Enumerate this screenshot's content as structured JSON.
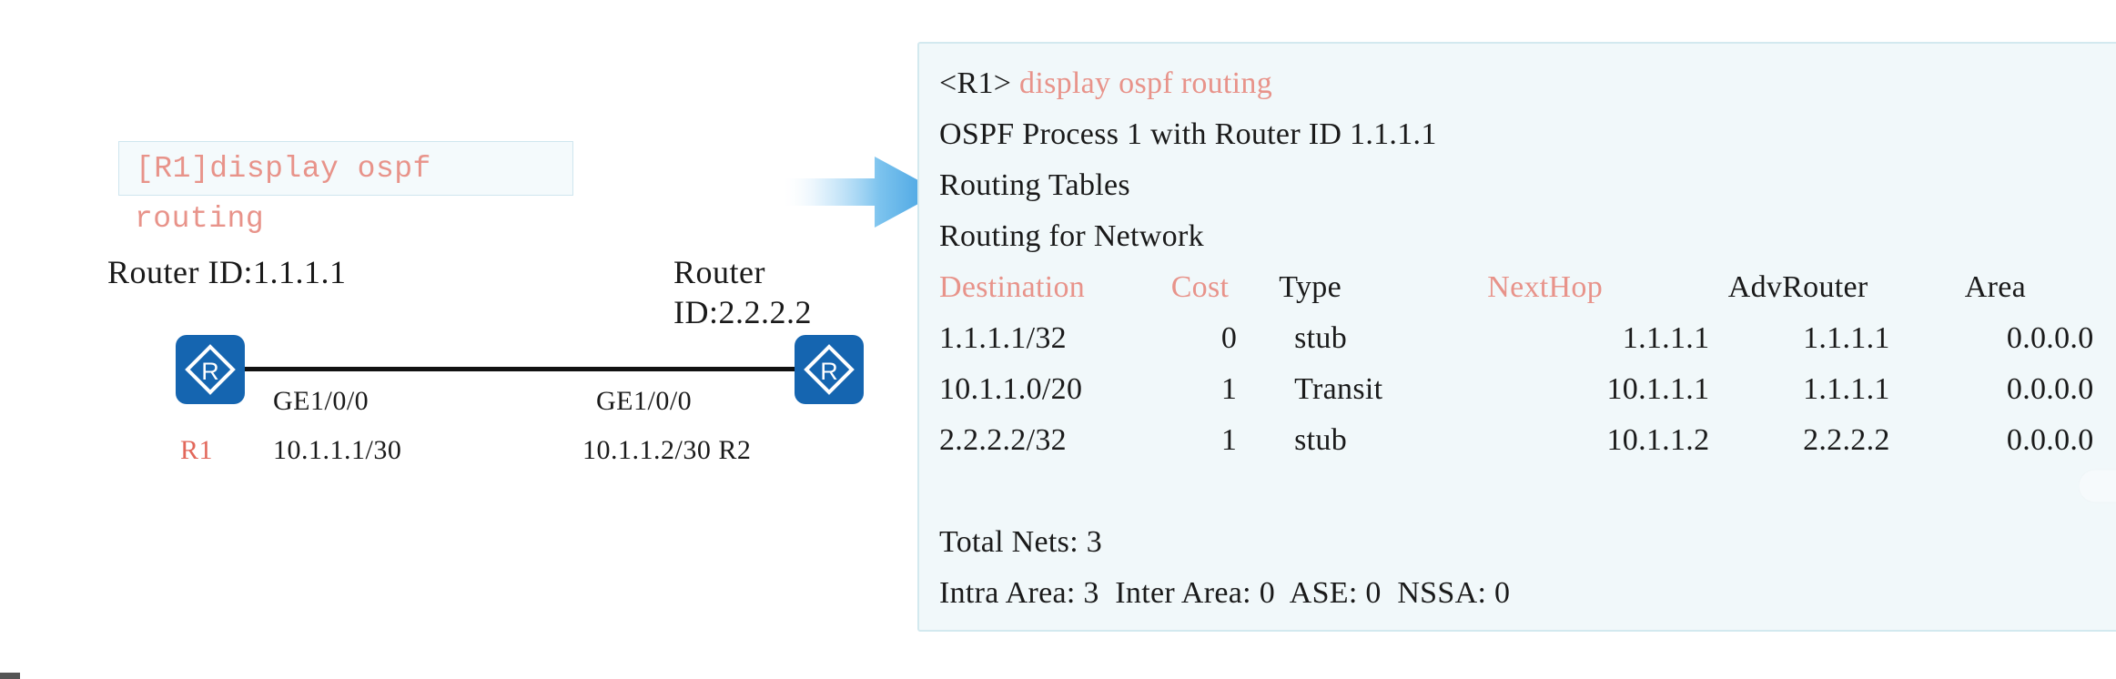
{
  "diagram": {
    "command_box": {
      "line1": "[R1]display ospf",
      "line2": "routing"
    },
    "left_node": {
      "router_id_label": "Router ID:1.1.1.1",
      "name": "R1",
      "interface": "GE1/0/0",
      "address": "10.1.1.1/30",
      "icon": "router-icon"
    },
    "right_node": {
      "router_id_label": "Router ID:2.2.2.2",
      "name": "R2",
      "interface": "GE1/0/0",
      "address": "10.1.1.2/30 R2",
      "icon": "router-icon"
    },
    "arrow": {
      "icon": "right-arrow-icon"
    }
  },
  "terminal": {
    "prompt": "<R1>",
    "command": "display ospf routing",
    "lines": [
      "OSPF Process 1 with Router ID 1.1.1.1",
      "Routing Tables",
      "Routing for Network"
    ],
    "headers": {
      "destination": "Destination",
      "cost": "Cost",
      "type": "Type",
      "nexthop": "NextHop",
      "advrouter": "AdvRouter",
      "area": "Area"
    },
    "rows": [
      {
        "destination": "1.1.1.1/32",
        "cost": "0",
        "type": "stub",
        "nexthop": "1.1.1.1",
        "advrouter": "1.1.1.1",
        "area": "0.0.0.0"
      },
      {
        "destination": "10.1.1.0/20",
        "cost": "1",
        "type": "Transit",
        "nexthop": "10.1.1.1",
        "advrouter": "1.1.1.1",
        "area": "0.0.0.0"
      },
      {
        "destination": "2.2.2.2/32",
        "cost": "1",
        "type": "stub",
        "nexthop": "10.1.1.2",
        "advrouter": "2.2.2.2",
        "area": "0.0.0.0"
      }
    ],
    "summary": {
      "total_nets": "Total Nets: 3",
      "area_counts": "Intra Area: 3  Inter Area: 0  ASE: 0  NSSA: 0"
    }
  },
  "colors": {
    "router_blue": "#1565b0",
    "highlight_red": "#e8938a",
    "node_label_red": "#e2675a",
    "panel_bg": "#f1f8fa",
    "panel_border": "#d3e9ef",
    "arrow_blue": "#4aa8e8"
  }
}
